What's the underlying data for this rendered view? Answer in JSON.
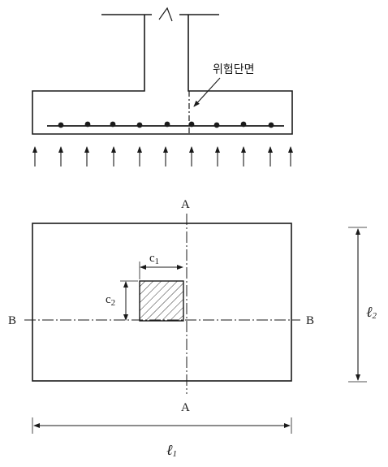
{
  "labels": {
    "critical_section": "위험단면",
    "axis_a_top": "A",
    "axis_a_bottom": "A",
    "axis_b_left": "B",
    "axis_b_right": "B",
    "c1_base": "c",
    "c1_sub": "1",
    "c2_base": "c",
    "c2_sub": "2",
    "l1_base": "ℓ",
    "l1_sub": "1",
    "l2_base": "ℓ",
    "l2_sub": "2"
  },
  "colors": {
    "ink": "#1a1a1a",
    "background": "#ffffff"
  }
}
